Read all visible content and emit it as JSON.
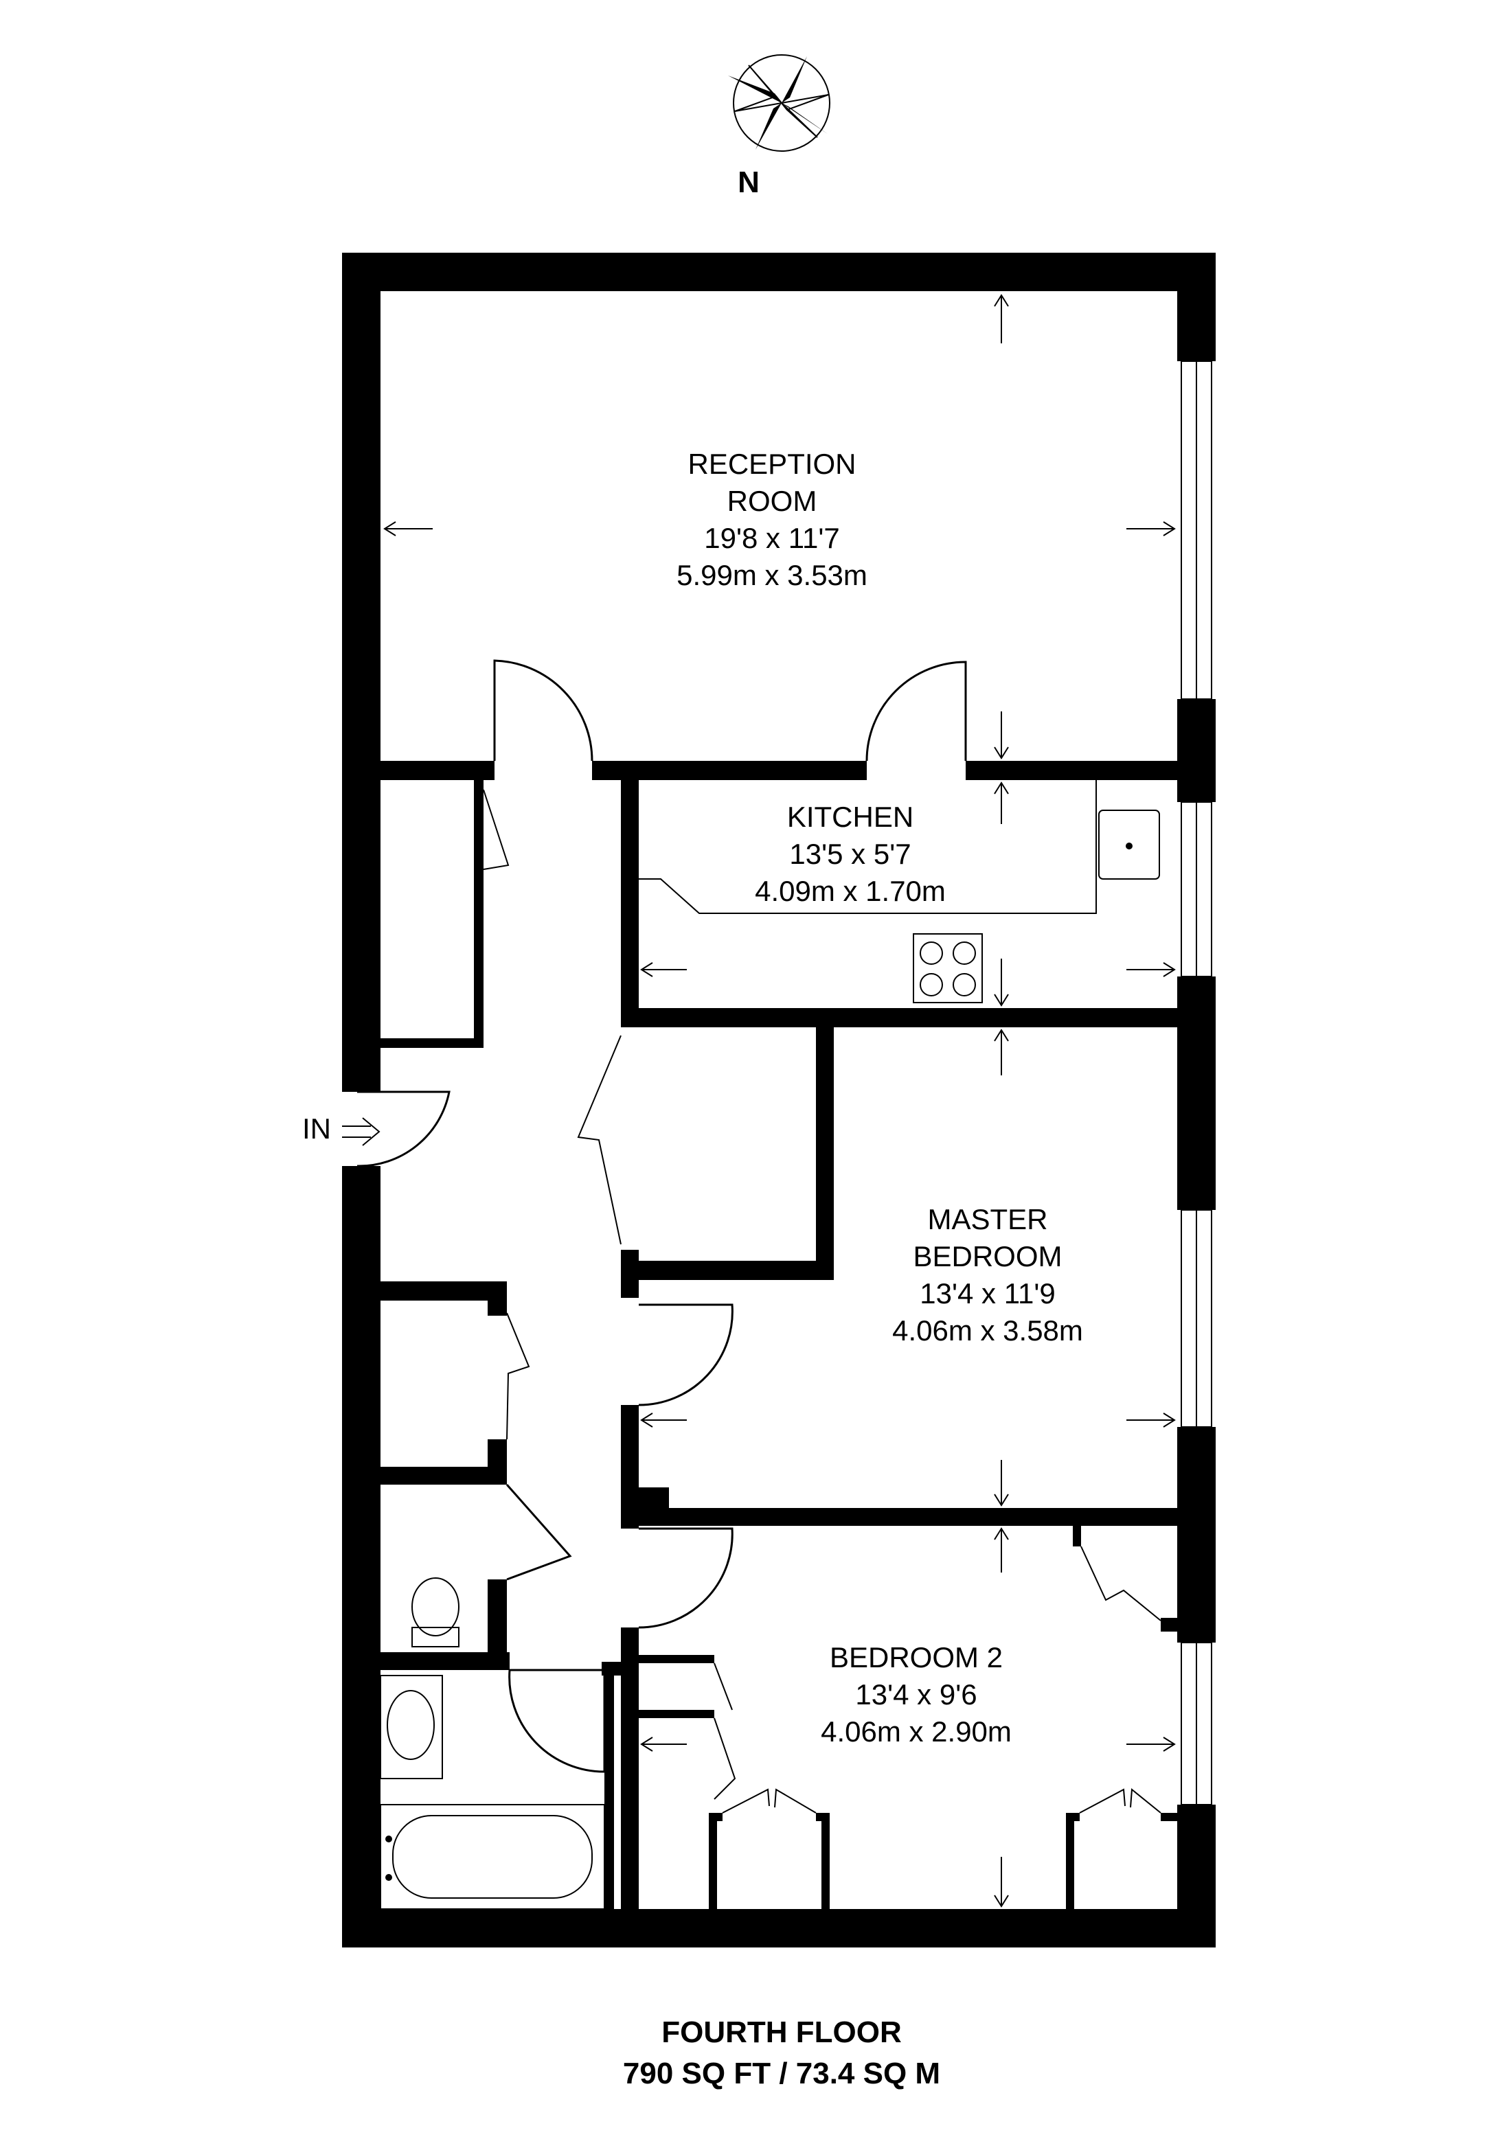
{
  "compass": {
    "north_label": "N"
  },
  "entrance": {
    "label": "IN"
  },
  "rooms": [
    {
      "name_line1": "RECEPTION",
      "name_line2": "ROOM",
      "size_imperial": "19'8 x 11'7",
      "size_metric": "5.99m x 3.53m"
    },
    {
      "name_line1": "KITCHEN",
      "name_line2": "",
      "size_imperial": "13'5 x 5'7",
      "size_metric": "4.09m x 1.70m"
    },
    {
      "name_line1": "MASTER",
      "name_line2": "BEDROOM",
      "size_imperial": "13'4 x 11'9",
      "size_metric": "4.06m x 3.58m"
    },
    {
      "name_line1": "BEDROOM 2",
      "name_line2": "",
      "size_imperial": "13'4 x 9'6",
      "size_metric": "4.06m x 2.90m"
    }
  ],
  "caption": {
    "floor": "FOURTH FLOOR",
    "area": "790 SQ FT / 73.4 SQ M"
  }
}
